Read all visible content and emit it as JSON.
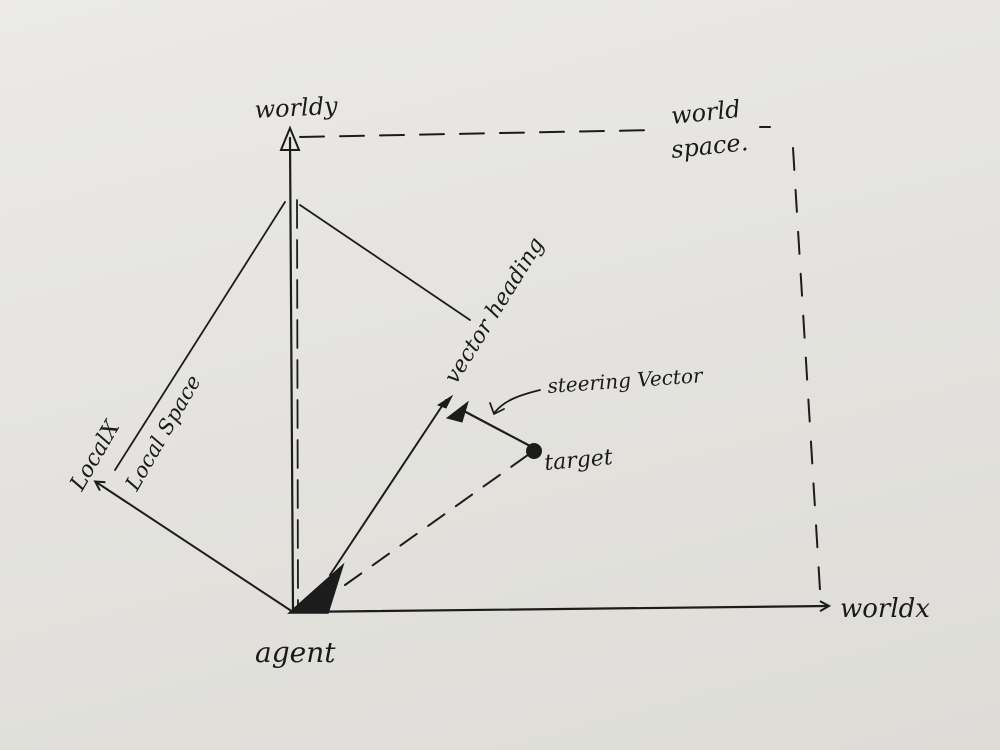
{
  "labels": {
    "world_y": "worldy",
    "world_space_line1": "world",
    "world_space_line2": "space.",
    "world_x": "worldx",
    "local_x": "LocalX",
    "local_space": "Local Space",
    "vector_heading": "vector heading",
    "steering_vector": "steering Vector",
    "target": "target",
    "agent": "agent"
  },
  "colors": {
    "ink": "#1c1c1c",
    "paper": "#e6e5e1"
  }
}
